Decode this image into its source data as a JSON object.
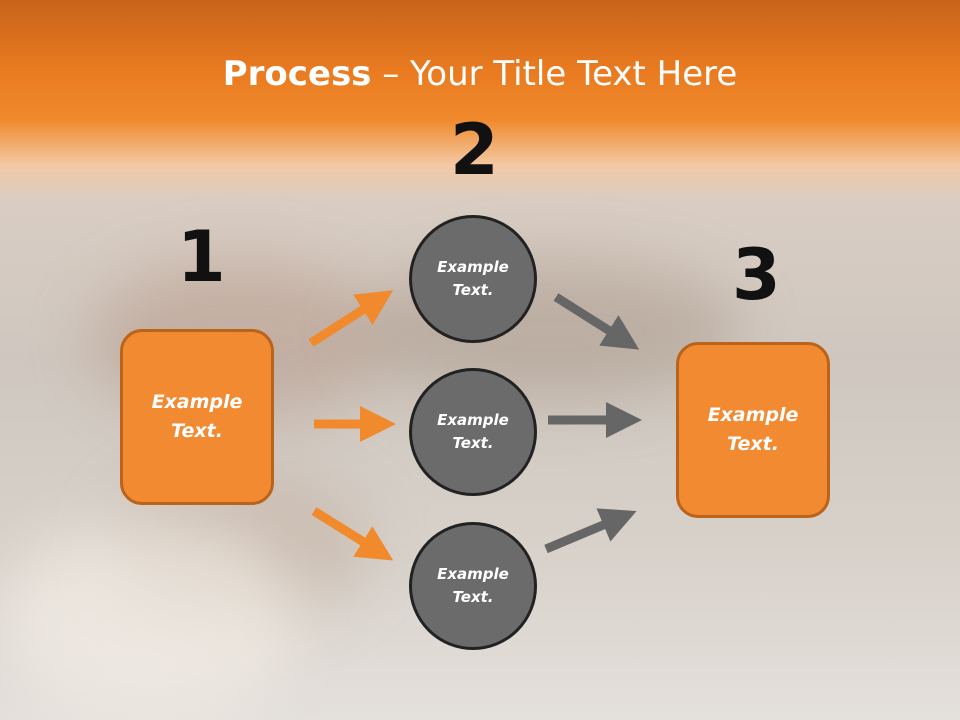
{
  "title": {
    "bold": "Process",
    "rest": " – Your Title Text Here"
  },
  "steps": [
    {
      "number": "1",
      "text_line1": "Example",
      "text_line2": "Text."
    },
    {
      "number": "2",
      "circles": [
        {
          "line1": "Example",
          "line2": "Text."
        },
        {
          "line1": "Example",
          "line2": "Text."
        },
        {
          "line1": "Example",
          "line2": "Text."
        }
      ]
    },
    {
      "number": "3",
      "text_line1": "Example",
      "text_line2": "Text."
    }
  ],
  "colors": {
    "orange": "#f28a32",
    "orange_arrow": "#f08a2c",
    "gray_arrow": "#666666",
    "circle_fill": "#6b6b6b"
  }
}
